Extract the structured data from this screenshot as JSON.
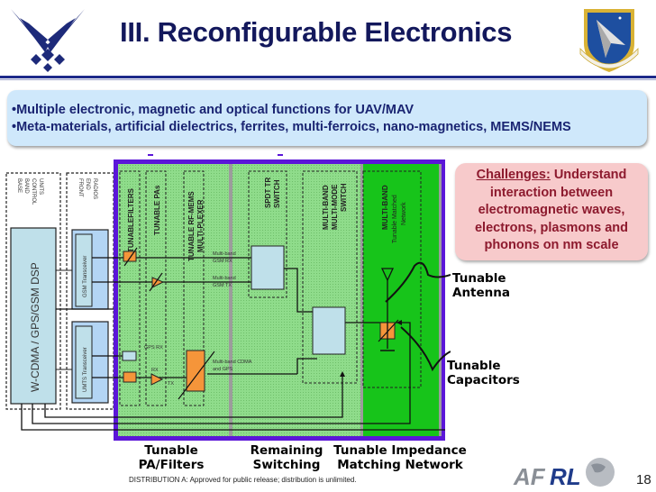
{
  "header": {
    "title": "III. Reconfigurable Electronics",
    "left_logo": "air-force-wings-logo",
    "right_logo": "afrl-shield-emblem"
  },
  "bullets": [
    "Multiple electronic, magnetic and optical functions for UAV/MAV",
    "Meta-materials, artificial dielectrics, ferrites, multi-ferroics, nano-magnetics, MEMS/NEMS"
  ],
  "challenge": {
    "heading": "Challenges:",
    "lines": [
      " Understand",
      "interaction between",
      "electromagnetic waves,",
      "electrons, plasmons and",
      "phonons on nm scale"
    ]
  },
  "diagram": {
    "section_labels": {
      "baseband": [
        "BASE",
        "BAND",
        "CONTROL",
        "UNITS"
      ],
      "frontend": [
        "FRONT",
        "END",
        "RADIOS"
      ]
    },
    "dsp_label": "W-CDMA / GPS/GSM DSP",
    "gsm_transceiver": "GSM Transceiver",
    "umts_transceiver": "UMTS Transceiver",
    "column_labels": {
      "tunable_filters": "TUNABLEFILTERS",
      "tunable_pas": "TUNABLE PAs",
      "mux": [
        "TUNABLE RF-MEMS",
        "MULTI-PLEXER"
      ],
      "spdt": [
        "SPDT TR",
        "SWITCH"
      ],
      "multimode": [
        "MULTI-BAND",
        "MULTI-MODE",
        "SWITCH"
      ],
      "matched": [
        "MULTI-BAND",
        "Tunable Matched",
        "Network"
      ]
    },
    "signal_labels": {
      "gsm_rx": [
        "Multi-band",
        "GSM RX"
      ],
      "gsm_tx": [
        "Multi-band",
        "GSM TX"
      ],
      "gps_rx": "GPS RX",
      "rx": "RX",
      "tx": "TX",
      "cdma": [
        "Multi-band CDMA",
        "and GPS"
      ]
    },
    "colors": {
      "purple_border": "#5b16d8",
      "light_green": "#8fdc8b",
      "bright_green": "#17c41a",
      "orange": "#f5953a",
      "light_blue": "#bfe0ea"
    }
  },
  "callouts": {
    "antenna": [
      "Tunable",
      "Antenna"
    ],
    "capacitors": [
      "Tunable",
      "Capacitors"
    ]
  },
  "bottom_labels": {
    "pa_filters": [
      "Tunable",
      "PA/Filters"
    ],
    "switching": [
      "Remaining",
      "Switching"
    ],
    "impedance": [
      "Tunable Impedance",
      "Matching Network"
    ]
  },
  "footer": {
    "distribution": "DISTRIBUTION A:  Approved for public release; distribution is unlimited.",
    "afrl_logo": "AFRL",
    "page_number": "18"
  }
}
